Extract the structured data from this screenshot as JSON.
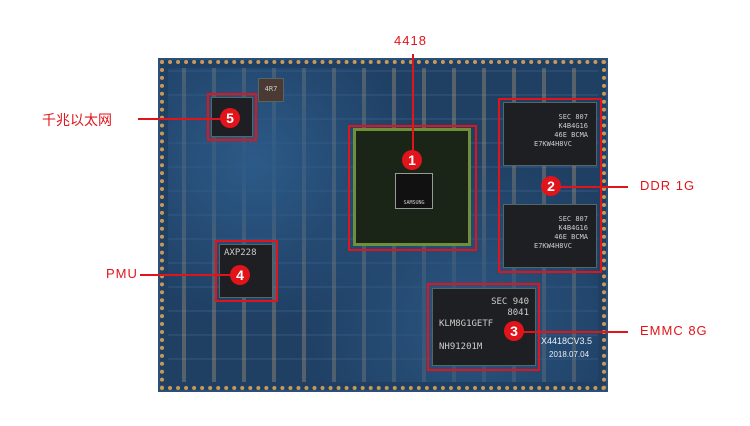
{
  "labels": {
    "soc": "4418",
    "ddr": "DDR 1G",
    "emmc": "EMMC 8G",
    "pmu": "PMU",
    "ethernet": "千兆以太网"
  },
  "numbers": [
    "1",
    "2",
    "3",
    "4",
    "5"
  ],
  "board": {
    "model": "X4418CV3.5",
    "date": "2018.07.04",
    "inductor": "4R7"
  },
  "chips": {
    "ddr_top": [
      "SEC 807",
      "K4B4G16",
      "46E BCMA",
      "E7KW4H8VC"
    ],
    "ddr_bottom": [
      "SEC 807",
      "K4B4G16",
      "46E BCMA",
      "E7KW4H8VC"
    ],
    "emmc": [
      "SEC 940",
      "8041",
      "KLM8G1GETF",
      "NH91201M"
    ],
    "pmu": "AXP228",
    "soc": "SAMSUNG"
  }
}
